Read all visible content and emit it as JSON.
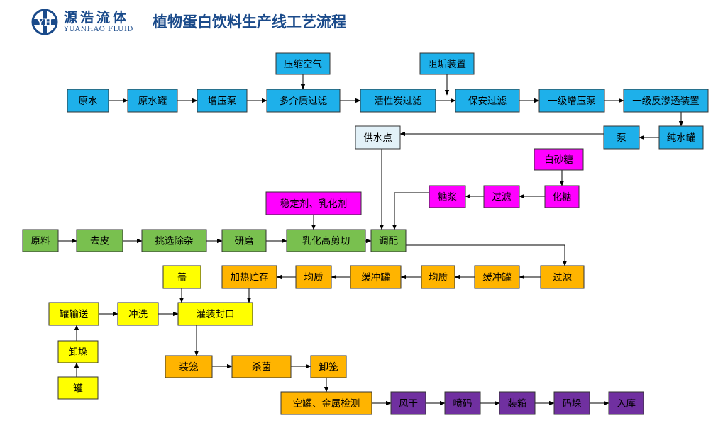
{
  "header": {
    "logo_cn": "源浩流体",
    "logo_en": "YUANHAO FLUID",
    "logo_mark": "YH",
    "title": "植物蛋白饮料生产线工艺流程"
  },
  "colors": {
    "water": "#1eb0ea",
    "supply": "#e2f1f8",
    "sugar": "#ff00ff",
    "material": "#79c04f",
    "process": "#ffb400",
    "can": "#ffff00",
    "pack": "#7030a0",
    "brand": "#1a4a8a"
  },
  "nodes": [
    {
      "id": "raw_water",
      "label": "原水",
      "group": "water"
    },
    {
      "id": "raw_water_tank",
      "label": "原水罐",
      "group": "water"
    },
    {
      "id": "booster_pump",
      "label": "增压泵",
      "group": "water"
    },
    {
      "id": "compressed_air",
      "label": "压缩空气",
      "group": "water"
    },
    {
      "id": "multimedia_filter",
      "label": "多介质过滤",
      "group": "water"
    },
    {
      "id": "carbon_filter",
      "label": "活性炭过滤",
      "group": "water"
    },
    {
      "id": "antiscale",
      "label": "阻垢装置",
      "group": "water"
    },
    {
      "id": "security_filter",
      "label": "保安过滤",
      "group": "water"
    },
    {
      "id": "stage1_pump",
      "label": "一级增压泵",
      "group": "water"
    },
    {
      "id": "ro_unit",
      "label": "一级反渗透装置",
      "group": "water"
    },
    {
      "id": "pure_water_tank",
      "label": "纯水罐",
      "group": "water"
    },
    {
      "id": "pump",
      "label": "泵",
      "group": "water"
    },
    {
      "id": "water_supply",
      "label": "供水点",
      "group": "supply"
    },
    {
      "id": "white_sugar",
      "label": "白砂糖",
      "group": "sugar"
    },
    {
      "id": "dissolve_sugar",
      "label": "化糖",
      "group": "sugar"
    },
    {
      "id": "sugar_filter",
      "label": "过滤",
      "group": "sugar"
    },
    {
      "id": "syrup",
      "label": "糖浆",
      "group": "sugar"
    },
    {
      "id": "stabilizer",
      "label": "稳定剂、乳化剂",
      "group": "sugar"
    },
    {
      "id": "material",
      "label": "原料",
      "group": "material"
    },
    {
      "id": "peel",
      "label": "去皮",
      "group": "material"
    },
    {
      "id": "sorting",
      "label": "挑选除杂",
      "group": "material"
    },
    {
      "id": "grinding",
      "label": "研磨",
      "group": "material"
    },
    {
      "id": "emulsify",
      "label": "乳化高剪切",
      "group": "material"
    },
    {
      "id": "blending",
      "label": "调配",
      "group": "material"
    },
    {
      "id": "filter2",
      "label": "过滤",
      "group": "process"
    },
    {
      "id": "buffer_tank1",
      "label": "缓冲罐",
      "group": "process"
    },
    {
      "id": "homogenize1",
      "label": "均质",
      "group": "process"
    },
    {
      "id": "buffer_tank2",
      "label": "缓冲罐",
      "group": "process"
    },
    {
      "id": "homogenize2",
      "label": "均质",
      "group": "process"
    },
    {
      "id": "heat_storage",
      "label": "加热贮存",
      "group": "process"
    },
    {
      "id": "lid",
      "label": "盖",
      "group": "can"
    },
    {
      "id": "can_conveyor",
      "label": "罐输送",
      "group": "can"
    },
    {
      "id": "rinse",
      "label": "冲洗",
      "group": "can"
    },
    {
      "id": "fill_seal",
      "label": "灌装封口",
      "group": "can"
    },
    {
      "id": "unstack",
      "label": "卸垛",
      "group": "can"
    },
    {
      "id": "cans",
      "label": "罐",
      "group": "can"
    },
    {
      "id": "basket_load",
      "label": "装笼",
      "group": "process"
    },
    {
      "id": "sterilize",
      "label": "杀菌",
      "group": "process"
    },
    {
      "id": "basket_unload",
      "label": "卸笼",
      "group": "process"
    },
    {
      "id": "inspection",
      "label": "空罐、金属检测",
      "group": "process"
    },
    {
      "id": "air_dry",
      "label": "风干",
      "group": "pack"
    },
    {
      "id": "inkjet",
      "label": "喷码",
      "group": "pack"
    },
    {
      "id": "boxing",
      "label": "装箱",
      "group": "pack"
    },
    {
      "id": "palletize",
      "label": "码垛",
      "group": "pack"
    },
    {
      "id": "warehouse",
      "label": "入库",
      "group": "pack"
    }
  ],
  "edges": [
    [
      "raw_water",
      "raw_water_tank"
    ],
    [
      "raw_water_tank",
      "booster_pump"
    ],
    [
      "booster_pump",
      "multimedia_filter"
    ],
    [
      "compressed_air",
      "multimedia_filter"
    ],
    [
      "multimedia_filter",
      "carbon_filter"
    ],
    [
      "carbon_filter",
      "security_filter"
    ],
    [
      "antiscale",
      "security_filter"
    ],
    [
      "security_filter",
      "stage1_pump"
    ],
    [
      "stage1_pump",
      "ro_unit"
    ],
    [
      "ro_unit",
      "pure_water_tank"
    ],
    [
      "pure_water_tank",
      "pump"
    ],
    [
      "pump",
      "water_supply"
    ],
    [
      "water_supply",
      "blending"
    ],
    [
      "white_sugar",
      "dissolve_sugar"
    ],
    [
      "dissolve_sugar",
      "sugar_filter"
    ],
    [
      "sugar_filter",
      "syrup"
    ],
    [
      "syrup",
      "blending"
    ],
    [
      "stabilizer",
      "emulsify"
    ],
    [
      "material",
      "peel"
    ],
    [
      "peel",
      "sorting"
    ],
    [
      "sorting",
      "grinding"
    ],
    [
      "grinding",
      "emulsify"
    ],
    [
      "emulsify",
      "blending"
    ],
    [
      "blending",
      "filter2"
    ],
    [
      "filter2",
      "buffer_tank1"
    ],
    [
      "buffer_tank1",
      "homogenize1"
    ],
    [
      "homogenize1",
      "buffer_tank2"
    ],
    [
      "buffer_tank2",
      "homogenize2"
    ],
    [
      "homogenize2",
      "heat_storage"
    ],
    [
      "heat_storage",
      "fill_seal"
    ],
    [
      "lid",
      "fill_seal"
    ],
    [
      "cans",
      "unstack"
    ],
    [
      "unstack",
      "can_conveyor"
    ],
    [
      "can_conveyor",
      "rinse"
    ],
    [
      "rinse",
      "fill_seal"
    ],
    [
      "fill_seal",
      "basket_load"
    ],
    [
      "basket_load",
      "sterilize"
    ],
    [
      "sterilize",
      "basket_unload"
    ],
    [
      "basket_unload",
      "inspection"
    ],
    [
      "inspection",
      "air_dry"
    ],
    [
      "air_dry",
      "inkjet"
    ],
    [
      "inkjet",
      "boxing"
    ],
    [
      "boxing",
      "palletize"
    ],
    [
      "palletize",
      "warehouse"
    ]
  ]
}
